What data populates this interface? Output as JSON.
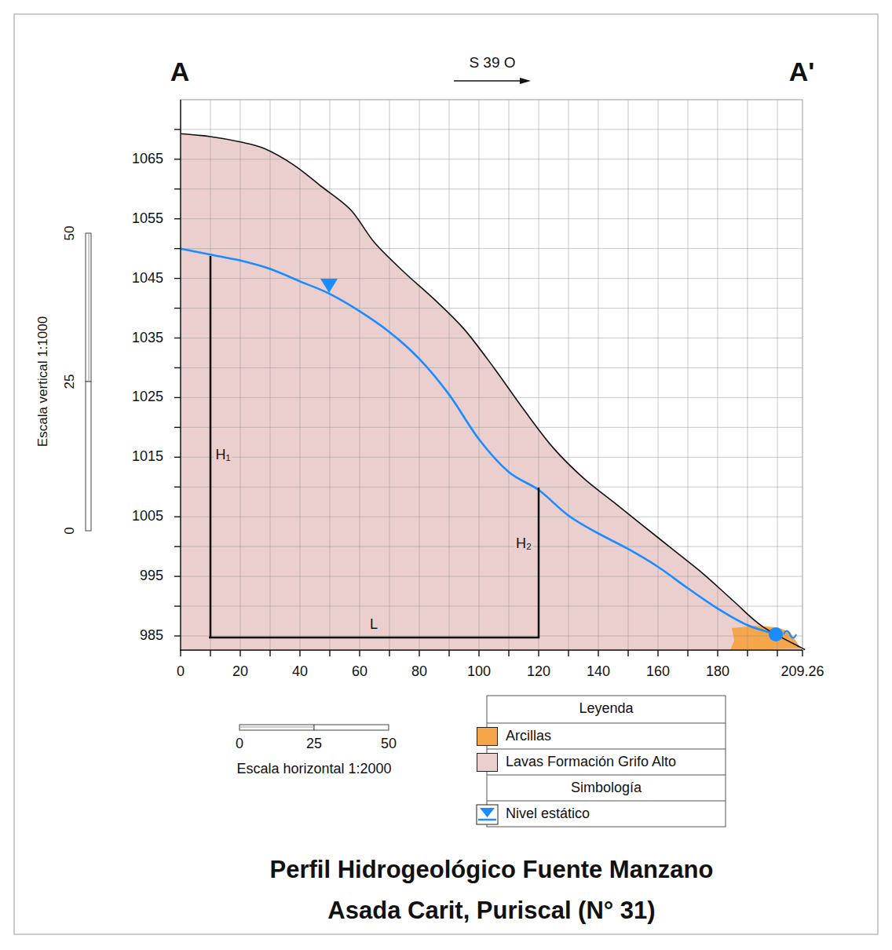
{
  "diagram": {
    "title": "Perfil Hidrogeológico Fuente Manzano Asada Carit, Puriscal (N° 31)",
    "labels": [
      "A",
      "A'",
      "S 39 O",
      "1065",
      "1055",
      "1045",
      "1035",
      "1025",
      "1015",
      "1005",
      "995",
      "985",
      "0",
      "20",
      "40",
      "60",
      "80",
      "100",
      "120",
      "140",
      "160",
      "180",
      "209.26",
      "H₁",
      "H₂",
      "L",
      "50",
      "25",
      "0",
      "Escala vertical 1:1000",
      "0",
      "25",
      "50",
      "Escala horizontal 1:2000",
      "Leyenda",
      "Simbología"
    ],
    "legend": [
      {
        "text": "Arcillas",
        "color": "#f5a54a"
      },
      {
        "text": "Lavas Formación Grifo Alto",
        "color": "#ebcfcf"
      },
      {
        "text": "Nivel estático"
      }
    ]
  }
}
